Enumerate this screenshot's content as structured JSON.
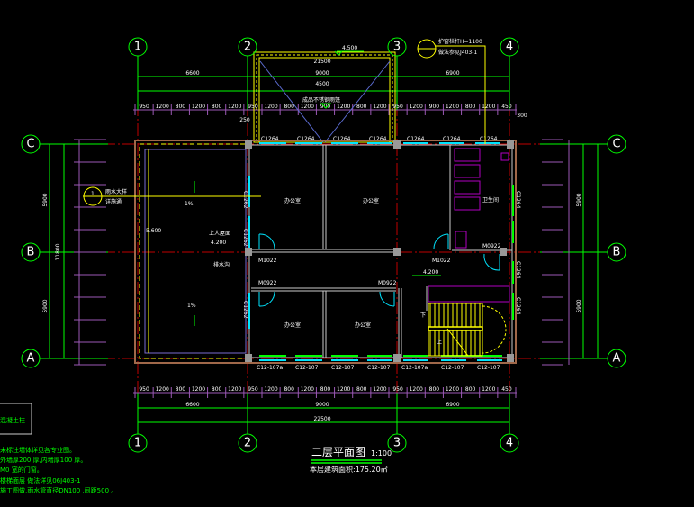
{
  "axes": {
    "columns": [
      "1",
      "2",
      "3",
      "4"
    ],
    "rows": [
      "C",
      "B",
      "A"
    ]
  },
  "dimensions": {
    "top_bays": [
      "6600",
      "9000",
      "6900"
    ],
    "bottom_bays": [
      "6600",
      "9000",
      "6900"
    ],
    "total": "22500",
    "canopy_width": "4500",
    "canopy_inner": "21500",
    "left_bays": [
      "5900",
      "5900"
    ],
    "left_total": "11800",
    "top_details": [
      "950",
      "1200",
      "800",
      "1200",
      "800",
      "1200",
      "950",
      "1200",
      "800",
      "1200",
      "900",
      "1200",
      "800",
      "1200",
      "950",
      "1200",
      "900",
      "1200",
      "800",
      "1200",
      "450"
    ],
    "bottom_details": [
      "950",
      "1200",
      "800",
      "1200",
      "800",
      "1200",
      "950",
      "1200",
      "800",
      "1200",
      "800",
      "1200",
      "800",
      "1200",
      "950",
      "1200",
      "800",
      "1200",
      "800",
      "1200",
      "450"
    ],
    "wall_offset": "250",
    "edge": "300"
  },
  "rooms": {
    "office_1": "办公室",
    "office_2": "办公室",
    "office_3": "办公室",
    "office_4": "办公室",
    "washroom": "卫生间"
  },
  "windows": {
    "top": [
      "C1264",
      "C1264",
      "C1264",
      "C1264",
      "C1264",
      "C1264",
      "C1264"
    ],
    "bottom": [
      "C12-107a",
      "C12-107",
      "C12-107",
      "C12-107",
      "C12-107a",
      "C12-107",
      "C12-107"
    ],
    "left": [
      "C1262",
      "C1262",
      "C1262"
    ],
    "right": [
      "C1264",
      "C1264",
      "C1264"
    ]
  },
  "doors": [
    "M1022",
    "M0922",
    "M0922",
    "M1022",
    "M0922"
  ],
  "annotations": {
    "canopy_note": "成品不锈钢雨篷",
    "elevation_top": "4.500",
    "floor_elev": "4.200",
    "roof_elev": "5.600",
    "slope": "1%",
    "roof_label": "上人屋面",
    "left_note_1": "雨水大样",
    "left_note_2": "详施通",
    "index_top_1": "护窗栏杆H=1100",
    "index_top_2": "做法参见J403-1",
    "drain_note": "排水沟",
    "down": "下",
    "up": "上",
    "index_num": "1"
  },
  "title": {
    "main": "二层平面图",
    "scale": "1:100",
    "area": "本层建筑面积:175.20㎡"
  },
  "notes": {
    "box": "混凝土柱",
    "lines": [
      "未标注墙体详见各专业图。",
      "外墙厚200 厚,内墙厚100 厚。",
      "M0 宽的门窗。",
      "楼梯面层 做法详见06J403-1",
      "施工图做,雨水管直径DN100 ,间距500 。"
    ]
  }
}
